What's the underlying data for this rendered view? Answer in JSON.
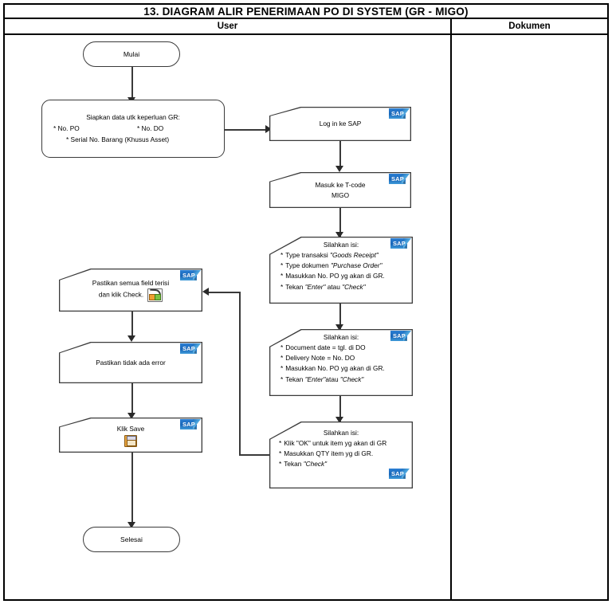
{
  "document": {
    "title": "13. DIAGRAM ALIR PENERIMAAN PO DI SYSTEM (GR - MIGO)"
  },
  "columns": {
    "user_header": "User",
    "dokumen_header": "Dokumen"
  },
  "colors": {
    "sap_blue": "#1866b8",
    "line": "#3a3a3a",
    "border": "#000000",
    "icon_orange": "#f0a032",
    "icon_green": "#7dc242"
  },
  "icons": {
    "sap_logo_text": "SAP",
    "sap_trademark": "®"
  },
  "nodes": {
    "start": {
      "label": "Mulai"
    },
    "prepare": {
      "heading": "Siapkan data utk keperluan GR:",
      "line2_col1": "*  No. PO",
      "line2_col2": "*  No. DO",
      "line3": "*   Serial No. Barang (Khusus Asset)"
    },
    "login": {
      "label": "Log in ke SAP"
    },
    "tcode": {
      "line1": "Masuk ke T-code",
      "line2": "MIGO"
    },
    "fill1": {
      "heading": "Silahkan isi:",
      "items": [
        {
          "bullet": "*",
          "pre": "Type transaksi ",
          "em": "\"Goods Receipt\"",
          "post": ""
        },
        {
          "bullet": "*",
          "pre": "Type dokumen ",
          "em": "\"Purchase Order\"",
          "post": ""
        },
        {
          "bullet": "*",
          "pre": "Masukkan No. PO yg akan di GR.",
          "em": "",
          "post": ""
        },
        {
          "bullet": "*",
          "pre": "Tekan ",
          "em": "\"Enter\"",
          "post": " atau ",
          "em2": "\"Check\""
        }
      ]
    },
    "fill2": {
      "heading": "Silahkan isi:",
      "items": [
        {
          "bullet": "*",
          "pre": "Document date = tgl. di DO",
          "em": "",
          "post": ""
        },
        {
          "bullet": "*",
          "pre": "Delivery Note = No. DO",
          "em": "",
          "post": ""
        },
        {
          "bullet": "*",
          "pre": "Masukkan No. PO yg akan di GR.",
          "em": "",
          "post": ""
        },
        {
          "bullet": "*",
          "pre": "Tekan ",
          "em": "\"Enter\"",
          "post": "atau ",
          "em2": "\"Check\""
        }
      ]
    },
    "fill3": {
      "heading": "Silahkan isi:",
      "items": [
        {
          "bullet": "*",
          "pre": "Klik  \"OK\" untuk item yg akan di GR",
          "em": "",
          "post": ""
        },
        {
          "bullet": "*",
          "pre": "Masukkan  QTY item yg di GR.",
          "em": "",
          "post": ""
        },
        {
          "bullet": "*",
          "pre": "Tekan ",
          "em": "\"Check\"",
          "post": ""
        }
      ]
    },
    "verify_fields": {
      "line1": "Pastikan semua field terisi",
      "line2": "dan klik Check."
    },
    "verify_error": {
      "label": "Pastikan tidak ada error"
    },
    "save": {
      "label": "Klik  Save"
    },
    "end": {
      "label": "Selesai"
    }
  }
}
